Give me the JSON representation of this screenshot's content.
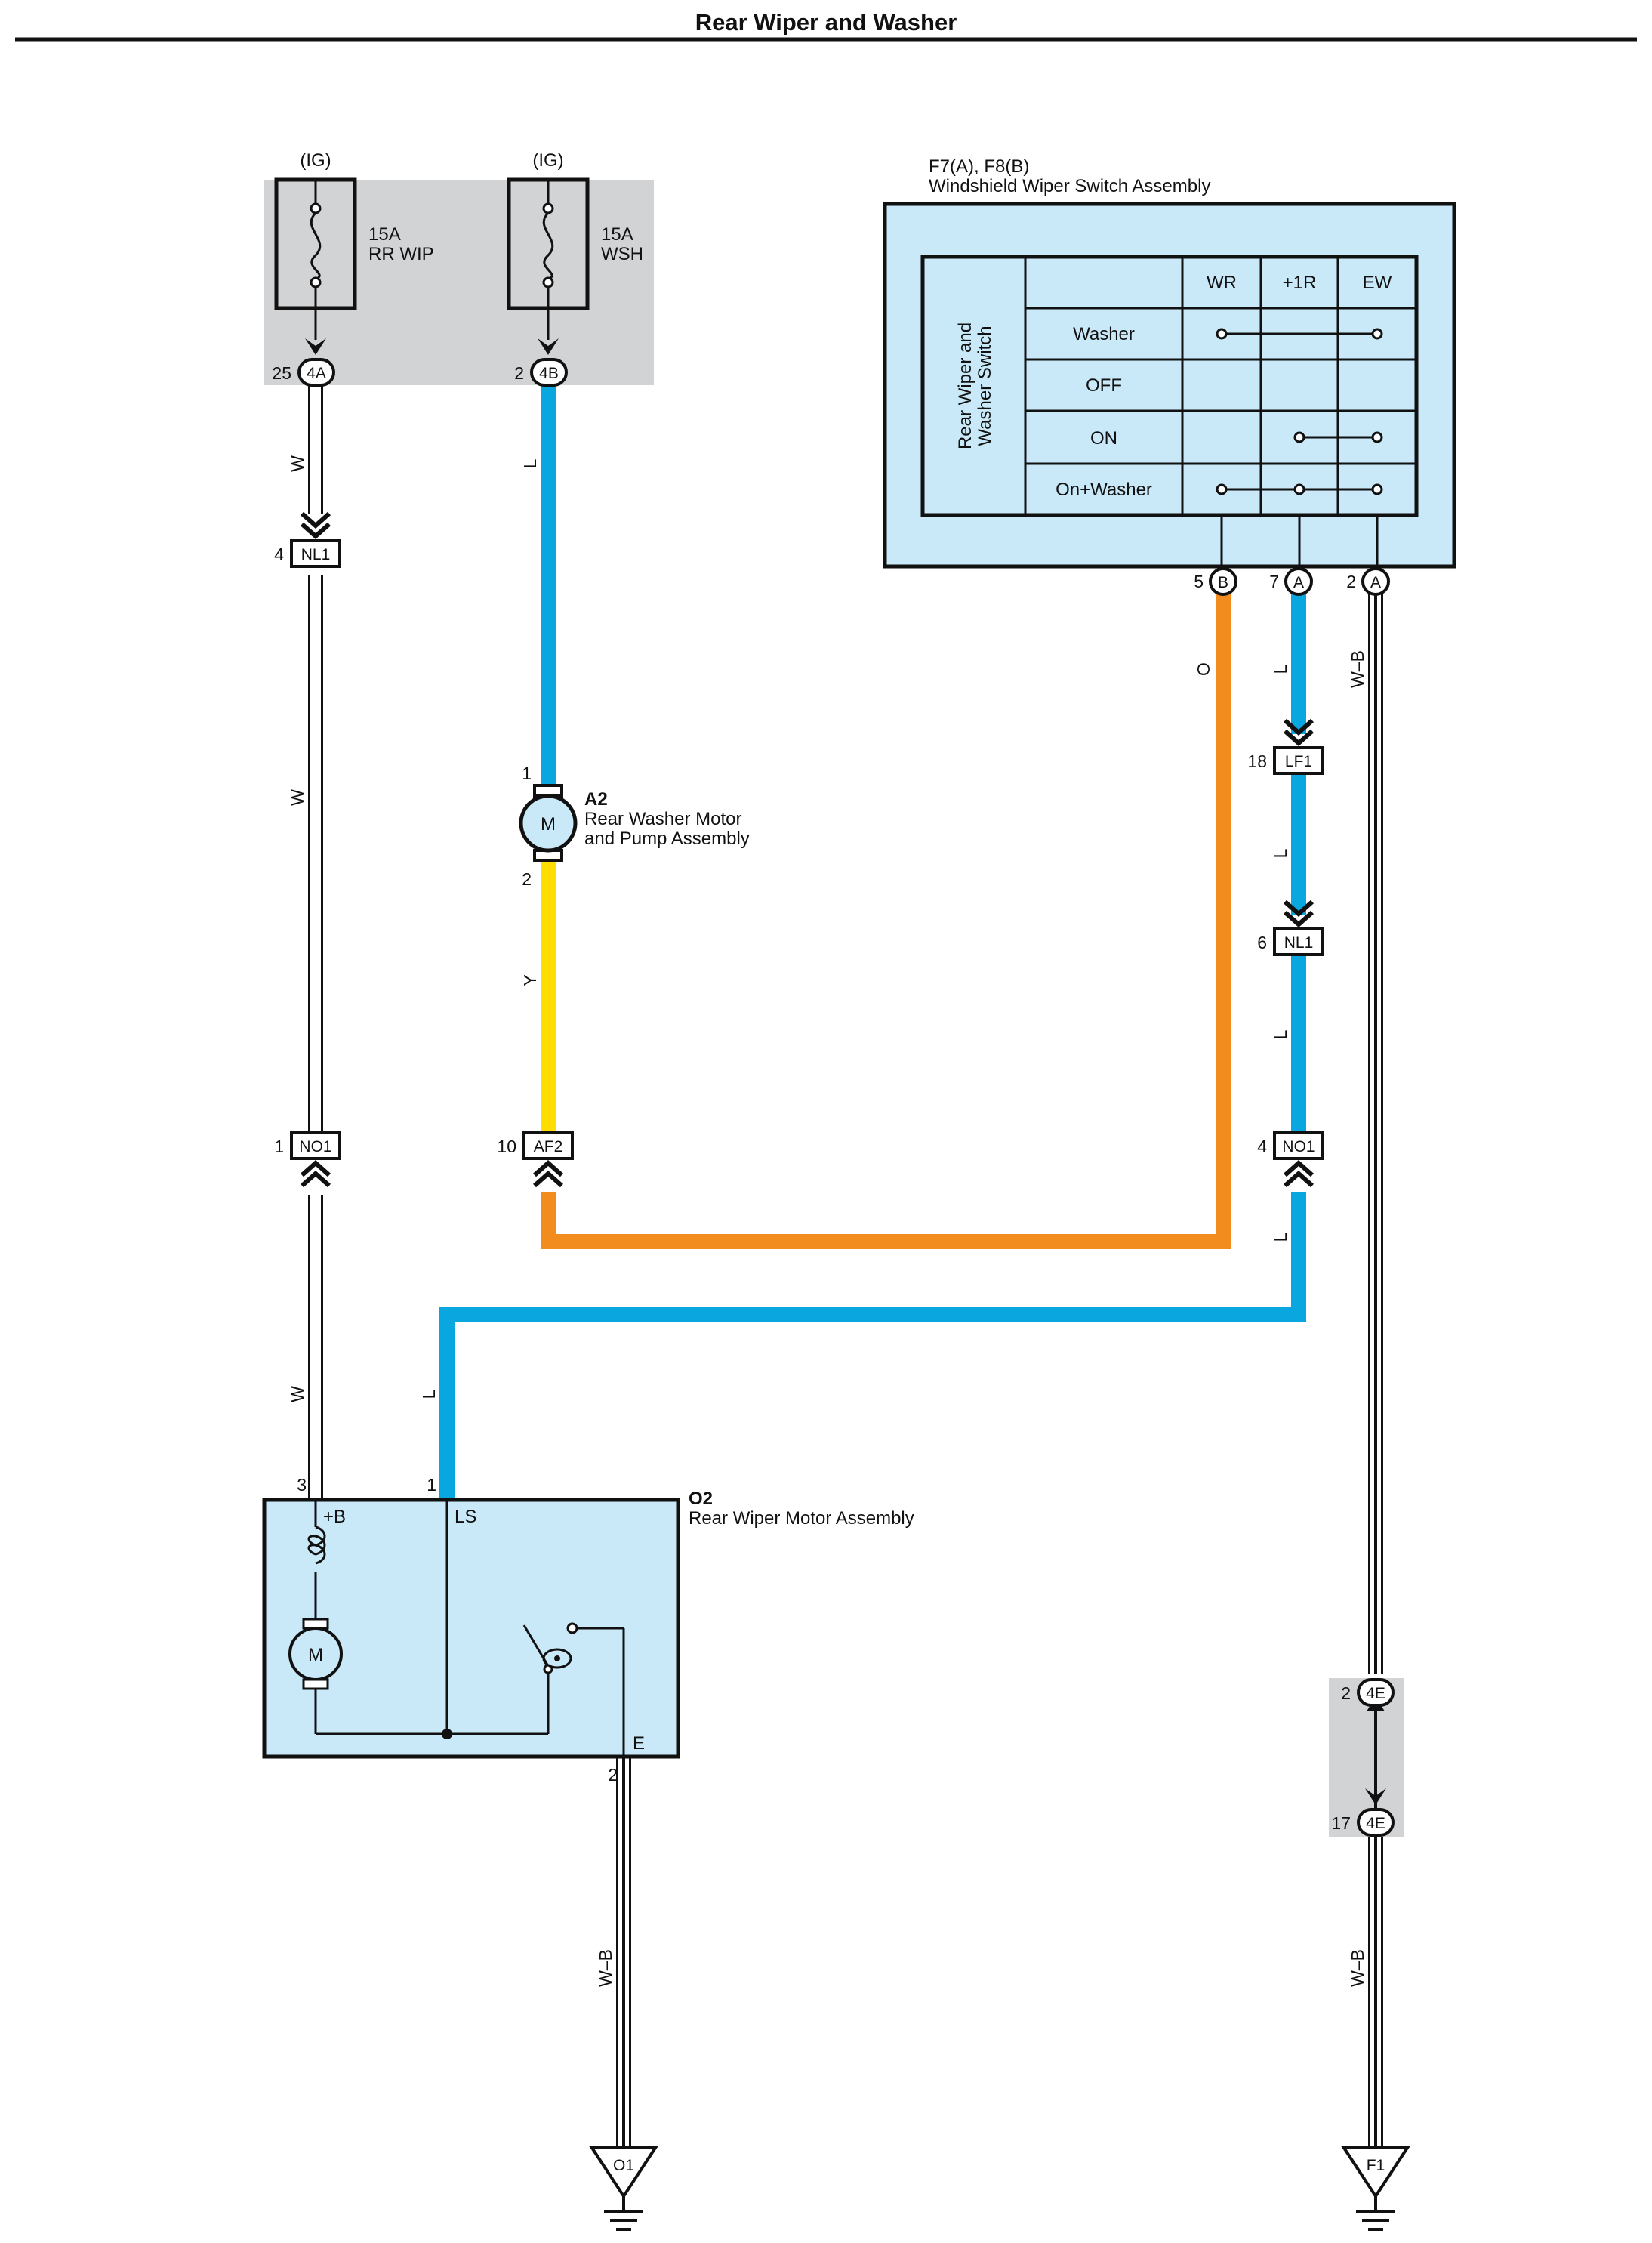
{
  "title": "Rear Wiper and Washer",
  "colors": {
    "white_wire": "#ffffff",
    "blue_wire": "#0aa6e0",
    "yellow_wire": "#ffdd00",
    "orange_wire": "#f28c1e",
    "relay_box_fill": "#d2d3d5",
    "component_fill": "#c9e9f9"
  },
  "junction_block": {
    "fuses": [
      {
        "power": "(IG)",
        "amps": "15A",
        "name": "RR WIP",
        "pin": "25",
        "connector": "4A"
      },
      {
        "power": "(IG)",
        "amps": "15A",
        "name": "WSH",
        "pin": "2",
        "connector": "4B"
      }
    ]
  },
  "switch_assembly": {
    "code": "F7(A), F8(B)",
    "name": "Windshield Wiper Switch Assembly",
    "side_label_line1": "Rear Wiper and",
    "side_label_line2": "Washer Switch",
    "columns": [
      "WR",
      "+1R",
      "EW"
    ],
    "positions": [
      "Washer",
      "OFF",
      "ON",
      "On+Washer"
    ],
    "pins": [
      {
        "pin": "5",
        "connector": "B"
      },
      {
        "pin": "7",
        "connector": "A"
      },
      {
        "pin": "2",
        "connector": "A"
      }
    ]
  },
  "washer_motor": {
    "code": "A2",
    "name_line1": "Rear Washer Motor",
    "name_line2": "and Pump Assembly",
    "symbol": "M",
    "pin_top": "1",
    "pin_bottom": "2"
  },
  "wiper_motor": {
    "code": "O2",
    "name": "Rear Wiper Motor Assembly",
    "symbol": "M",
    "terminal_b": "+B",
    "terminal_ls": "LS",
    "terminal_e": "E",
    "pin_b": "3",
    "pin_ls": "1",
    "pin_e": "2"
  },
  "connectors": {
    "nl1_left": {
      "pin": "4",
      "label": "NL1"
    },
    "no1_left": {
      "pin": "1",
      "label": "NO1"
    },
    "af2": {
      "pin": "10",
      "label": "AF2"
    },
    "lf1": {
      "pin": "18",
      "label": "LF1"
    },
    "nl1_right": {
      "pin": "6",
      "label": "NL1"
    },
    "no1_right": {
      "pin": "4",
      "label": "NO1"
    },
    "j4e_top": {
      "pin": "2",
      "label": "4E"
    },
    "j4e_bottom": {
      "pin": "17",
      "label": "4E"
    }
  },
  "wire_labels": {
    "white": "W",
    "blue": "L",
    "yellow": "Y",
    "orange": "O",
    "white_black": "W–B"
  },
  "grounds": {
    "left": "O1",
    "right": "F1"
  }
}
